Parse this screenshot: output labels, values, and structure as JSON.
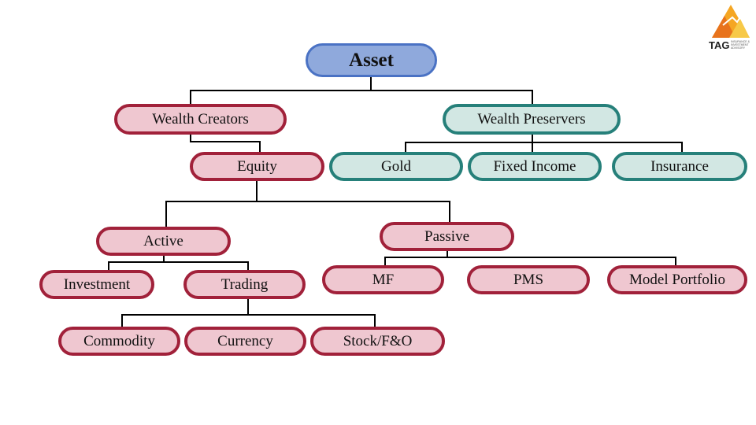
{
  "root": "Asset",
  "branches": {
    "wealth_creators": "Wealth Creators",
    "wealth_preservers": "Wealth Preservers"
  },
  "preservers": [
    "Gold",
    "Fixed Income",
    "Insurance"
  ],
  "equity": "Equity",
  "equity_types": {
    "active": "Active",
    "passive": "Passive"
  },
  "active_children": [
    "Investment",
    "Trading"
  ],
  "trading_children": [
    "Commodity",
    "Currency",
    "Stock/F&O"
  ],
  "passive_children": [
    "MF",
    "PMS",
    "Model Portfolio"
  ],
  "logo": {
    "text": "TAG",
    "subtext": "INSURANCE & INVESTMENT ADVISORY"
  },
  "colors": {
    "root_fill": "#8fa9dc",
    "root_border": "#4a72c4",
    "creator_fill": "#efc7d0",
    "creator_border": "#a1213a",
    "preserver_fill": "#d2e7e3",
    "preserver_border": "#26807a"
  }
}
